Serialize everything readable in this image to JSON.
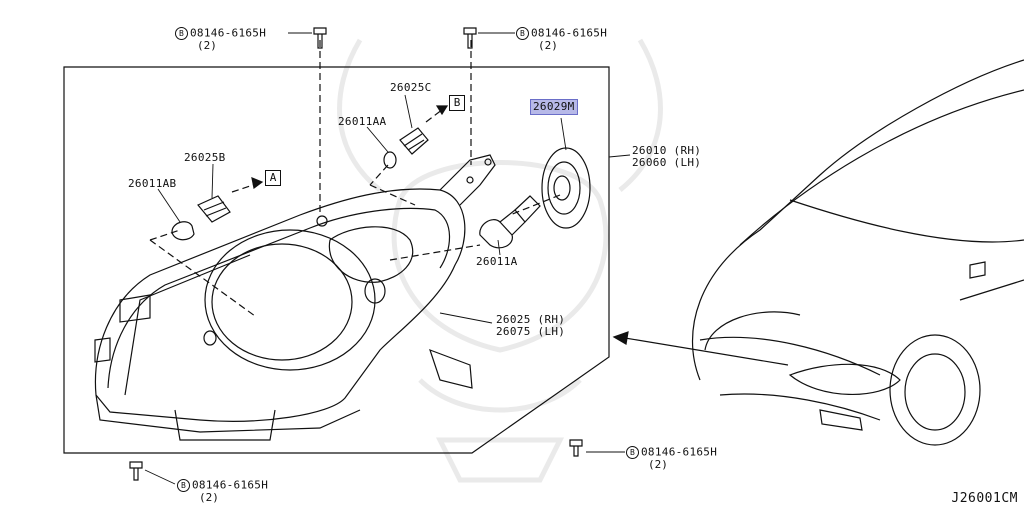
{
  "diagram_id": "J26001CM",
  "bolt_prefix_icon": "B",
  "bolts": [
    {
      "part_no": "08146-6165H",
      "qty": "(2)"
    },
    {
      "part_no": "08146-6165H",
      "qty": "(2)"
    },
    {
      "part_no": "08146-6165H",
      "qty": "(2)"
    },
    {
      "part_no": "08146-6165H",
      "qty": "(2)"
    }
  ],
  "parts": {
    "socket_b": "26025C",
    "bulb_aa": "26011AA",
    "cap_highlighted": "26029M",
    "socket_a": "26025B",
    "bulb_ab": "26011AB",
    "headlamp_rh": "26010 (RH)",
    "headlamp_lh": "26060 (LH)",
    "bulb_a": "26011A",
    "lens_rh": "26025 (RH)",
    "lens_lh": "26075 (LH)"
  },
  "refs": {
    "a": "A",
    "b": "B"
  },
  "highlight_color": "#b7b9e8"
}
